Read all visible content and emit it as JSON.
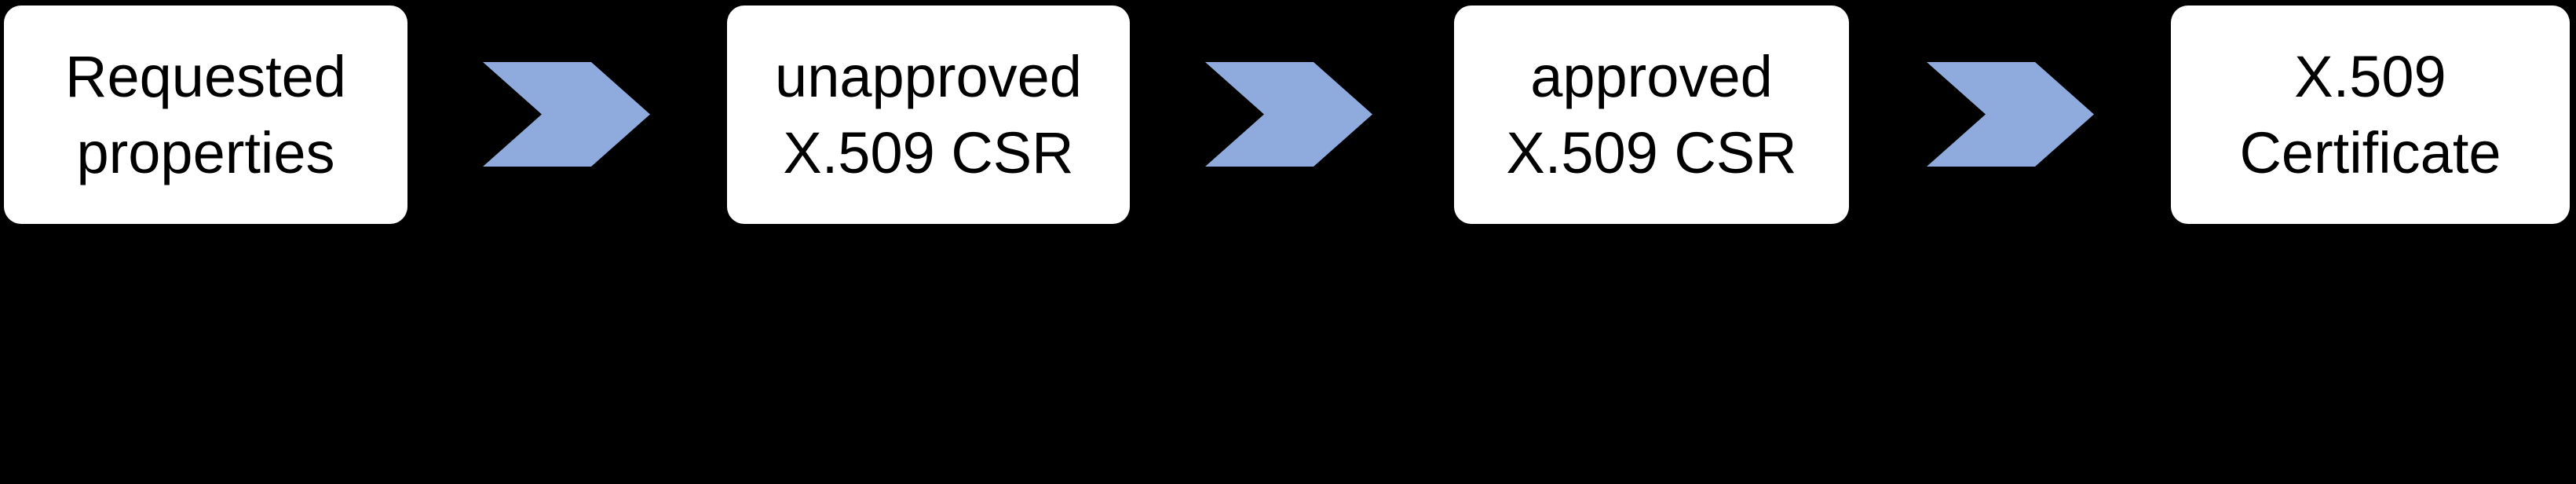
{
  "diagram": {
    "colors": {
      "background": "#000000",
      "box_fill": "#ffffff",
      "box_text": "#000000",
      "arrow_fill": "#8FAADC"
    },
    "arrow_icon": "chevron-right",
    "steps": [
      {
        "lines": [
          "Requested",
          "properties"
        ]
      },
      {
        "lines": [
          "unapproved",
          "X.509 CSR"
        ]
      },
      {
        "lines": [
          "approved",
          "X.509 CSR"
        ]
      },
      {
        "lines": [
          "X.509",
          "Certificate"
        ]
      }
    ]
  }
}
